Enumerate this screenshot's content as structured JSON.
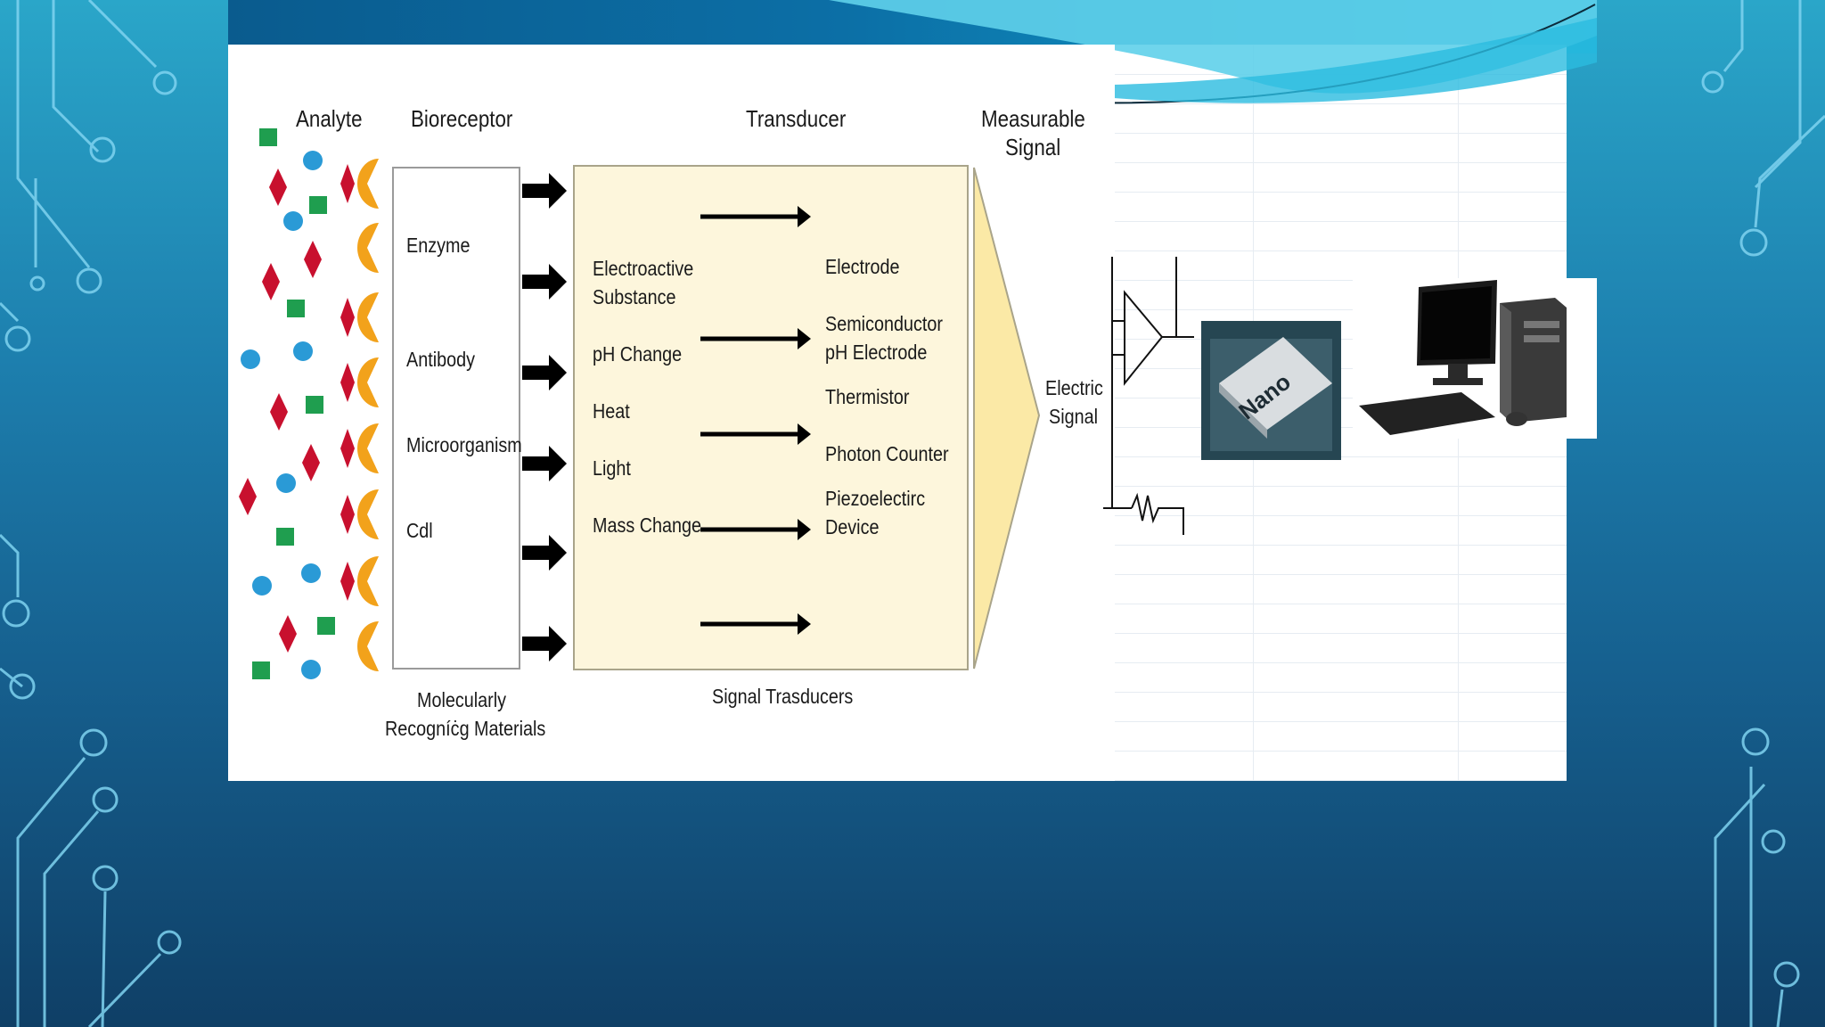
{
  "headers": {
    "analyte": "Analyte",
    "bioreceptor": "Bioreceptor",
    "transducer": "Transducer",
    "signal_line1": "Measurable",
    "signal_line2": "Signal"
  },
  "bioreceptors": [
    "Enzyme",
    "Antibody",
    "Microorganism",
    "Cdl"
  ],
  "bioreceptor_caption": {
    "line1": "Molecularly",
    "line2": "Recogníċg Materials"
  },
  "transducer_inputs": {
    "electroactive_line1": "Electroactive",
    "electroactive_line2": "Substance",
    "ph": "pH Change",
    "heat": "Heat",
    "light": "Light",
    "mass": "Mass Change"
  },
  "transducer_outputs": {
    "electrode": "Electrode",
    "semi_line1": "Semiconductor",
    "semi_line2": "pH Electrode",
    "thermistor": "Thermistor",
    "photon": "Photon Counter",
    "piezo_line1": "Piezoelectirc",
    "piezo_line2": "Device"
  },
  "transducer_caption": "Signal Trasducers",
  "electric_signal": {
    "line1": "Electric",
    "line2": "Signal"
  },
  "chip_label": "Nano",
  "colors": {
    "analyte_green": "#1f9e4f",
    "analyte_blue": "#2a9ad6",
    "analyte_red": "#c8102e",
    "receptor_orange": "#f2a21b",
    "transducer_fill": "#fdf6dc",
    "signal_fill": "#fbe9a6"
  }
}
